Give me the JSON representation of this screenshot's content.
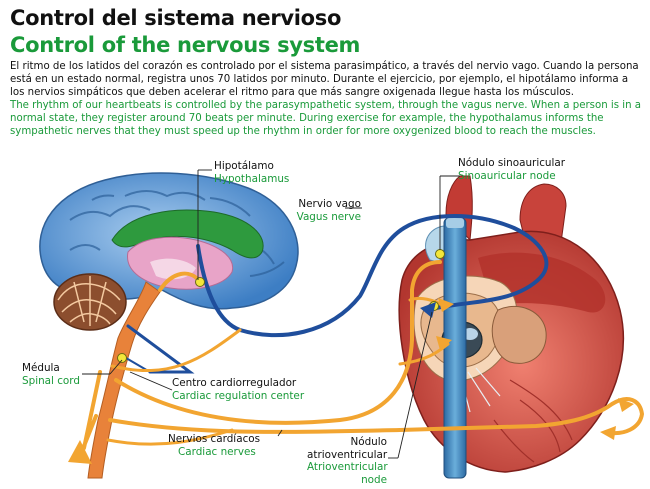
{
  "title_es": "Control del sistema nervioso",
  "title_en": "Control of the nervous system",
  "intro_es": "El ritmo de los latidos del corazón es controlado por el sistema parasimpático, a través del nervio vago. Cuando la persona está en un estado normal, registra unos 70 latidos por minuto. Durante el ejercicio, por ejemplo, el hipotálamo informa a los nervios simpáticos que deben acelerar el ritmo para que más sangre oxigenada llegue hasta los músculos.",
  "intro_en": "The rhythm of our heartbeats is controlled by the parasympathetic system, through the vagus nerve. When a person is in a normal state, they register around 70 beats per minute. During exercise for example, the hypothalamus informs the sympathetic nerves that they must speed up the rhythm in order for more oxygenized blood to reach the muscles.",
  "labels": {
    "hypothalamus": {
      "es": "Hipotálamo",
      "en": "Hypothalamus"
    },
    "vagus": {
      "es": "Nervio vago",
      "en": "Vagus nerve"
    },
    "sinoatrial": {
      "es": "Nódulo sinoauricular",
      "en": "Sinoauricular node"
    },
    "spinal": {
      "es": "Médula",
      "en": "Spinal cord"
    },
    "cardiac_center": {
      "es": "Centro cardiorregulador",
      "en": "Cardiac regulation center"
    },
    "cardiac_nerves": {
      "es": "Nervios cardíacos",
      "en": "Cardiac nerves"
    },
    "av_node": {
      "es": "Nódulo atrioventricular",
      "en": "Atrioventricular node"
    }
  },
  "colors": {
    "title_en": "#1a9a3a",
    "brain": "#4d8fcf",
    "nerve_blue": "#1f4e9c",
    "nerve_orange": "#f2a531",
    "heart": "#c8433b",
    "vein": "#3b7fb6",
    "marker": "#f3e63a"
  }
}
